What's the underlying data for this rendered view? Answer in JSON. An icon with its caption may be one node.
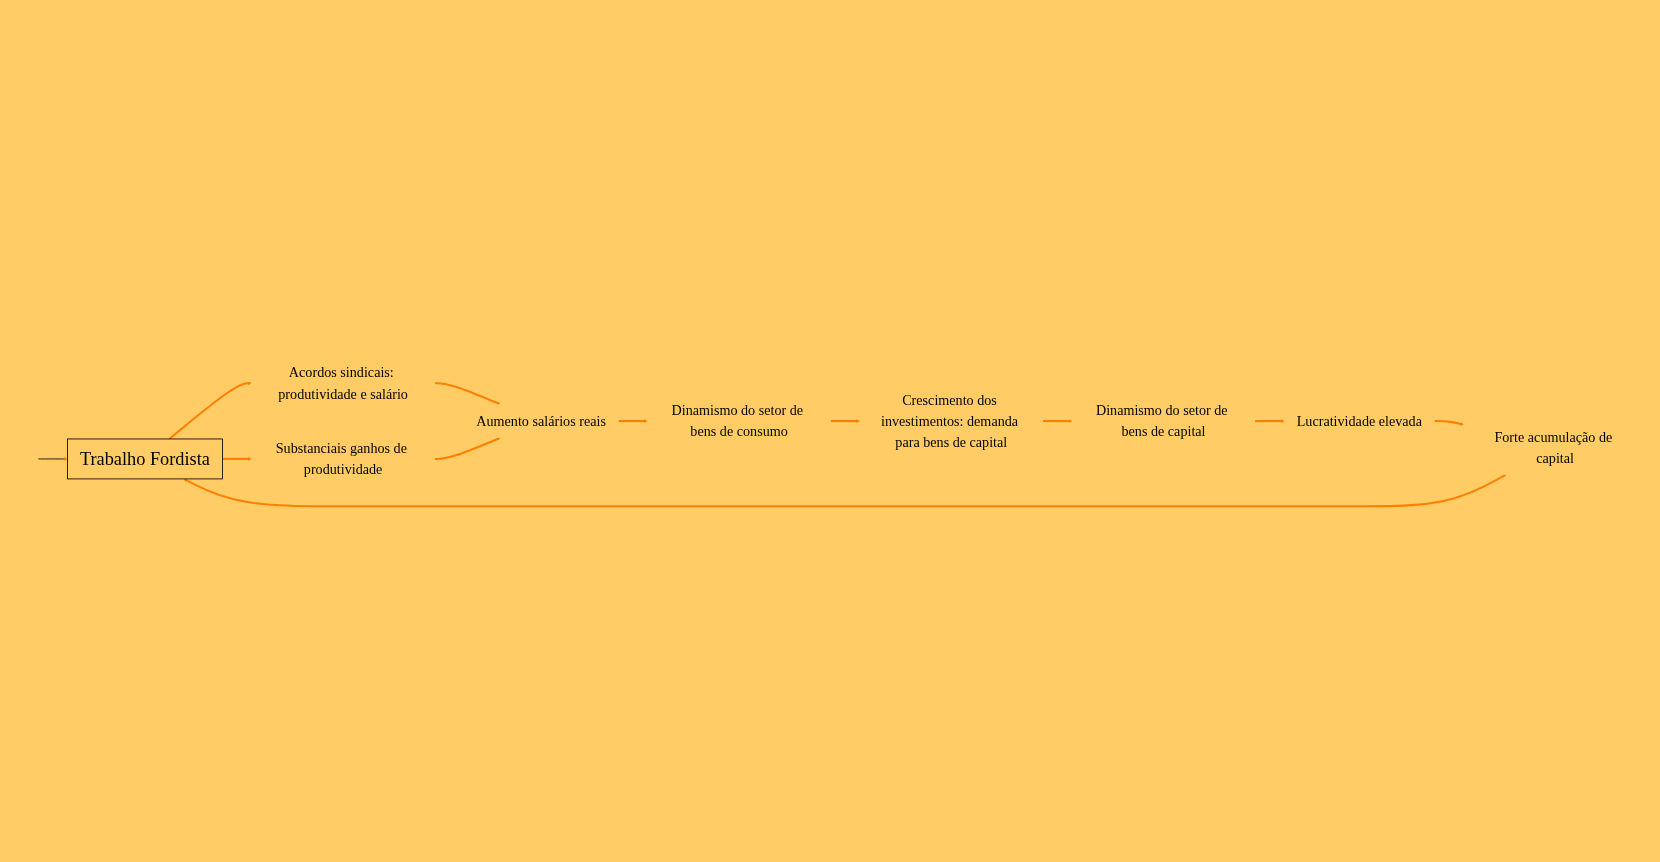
{
  "diagram": {
    "nodes": [
      {
        "text": [
          "Trabalho Fordista"
        ]
      },
      {
        "text": [
          "Acordos sindicais: produtividade e salário"
        ]
      },
      {
        "text": [
          "Aumento salários reais"
        ]
      },
      {
        "text": [
          "Dinamismo do setor de bens de consumo"
        ]
      },
      {
        "text": [
          "Crescimento dos investimentos: demanda para bens de capital"
        ]
      },
      {
        "text": [
          "Dinamismo do setor de bens de capital"
        ]
      },
      {
        "text": [
          "Lucratividade elevada"
        ]
      },
      {
        "text": [
          "Forte acumulação de capital"
        ]
      },
      {
        "text": [
          "Substanciais ganhos de produtividade"
        ]
      }
    ],
    "edges": [
      {
        "from": null,
        "to": 0,
        "arrow": "to",
        "color": "#000000"
      },
      {
        "from": 0,
        "to": 1,
        "arrow": "to"
      },
      {
        "from": 1,
        "to": 2,
        "arrow": "to"
      },
      {
        "from": 2,
        "to": 3,
        "arrow": "to"
      },
      {
        "from": 3,
        "to": 4,
        "arrow": "to"
      },
      {
        "from": 4,
        "to": 5,
        "arrow": "to"
      },
      {
        "from": 5,
        "to": 6,
        "arrow": "to"
      },
      {
        "from": 6,
        "to": 7,
        "arrow": "to"
      },
      {
        "from": 7,
        "to": 0,
        "arrow": "to"
      },
      {
        "from": 0,
        "to": 8,
        "arrow": "to"
      },
      {
        "from": 8,
        "to": 2,
        "arrow": "to"
      }
    ]
  }
}
